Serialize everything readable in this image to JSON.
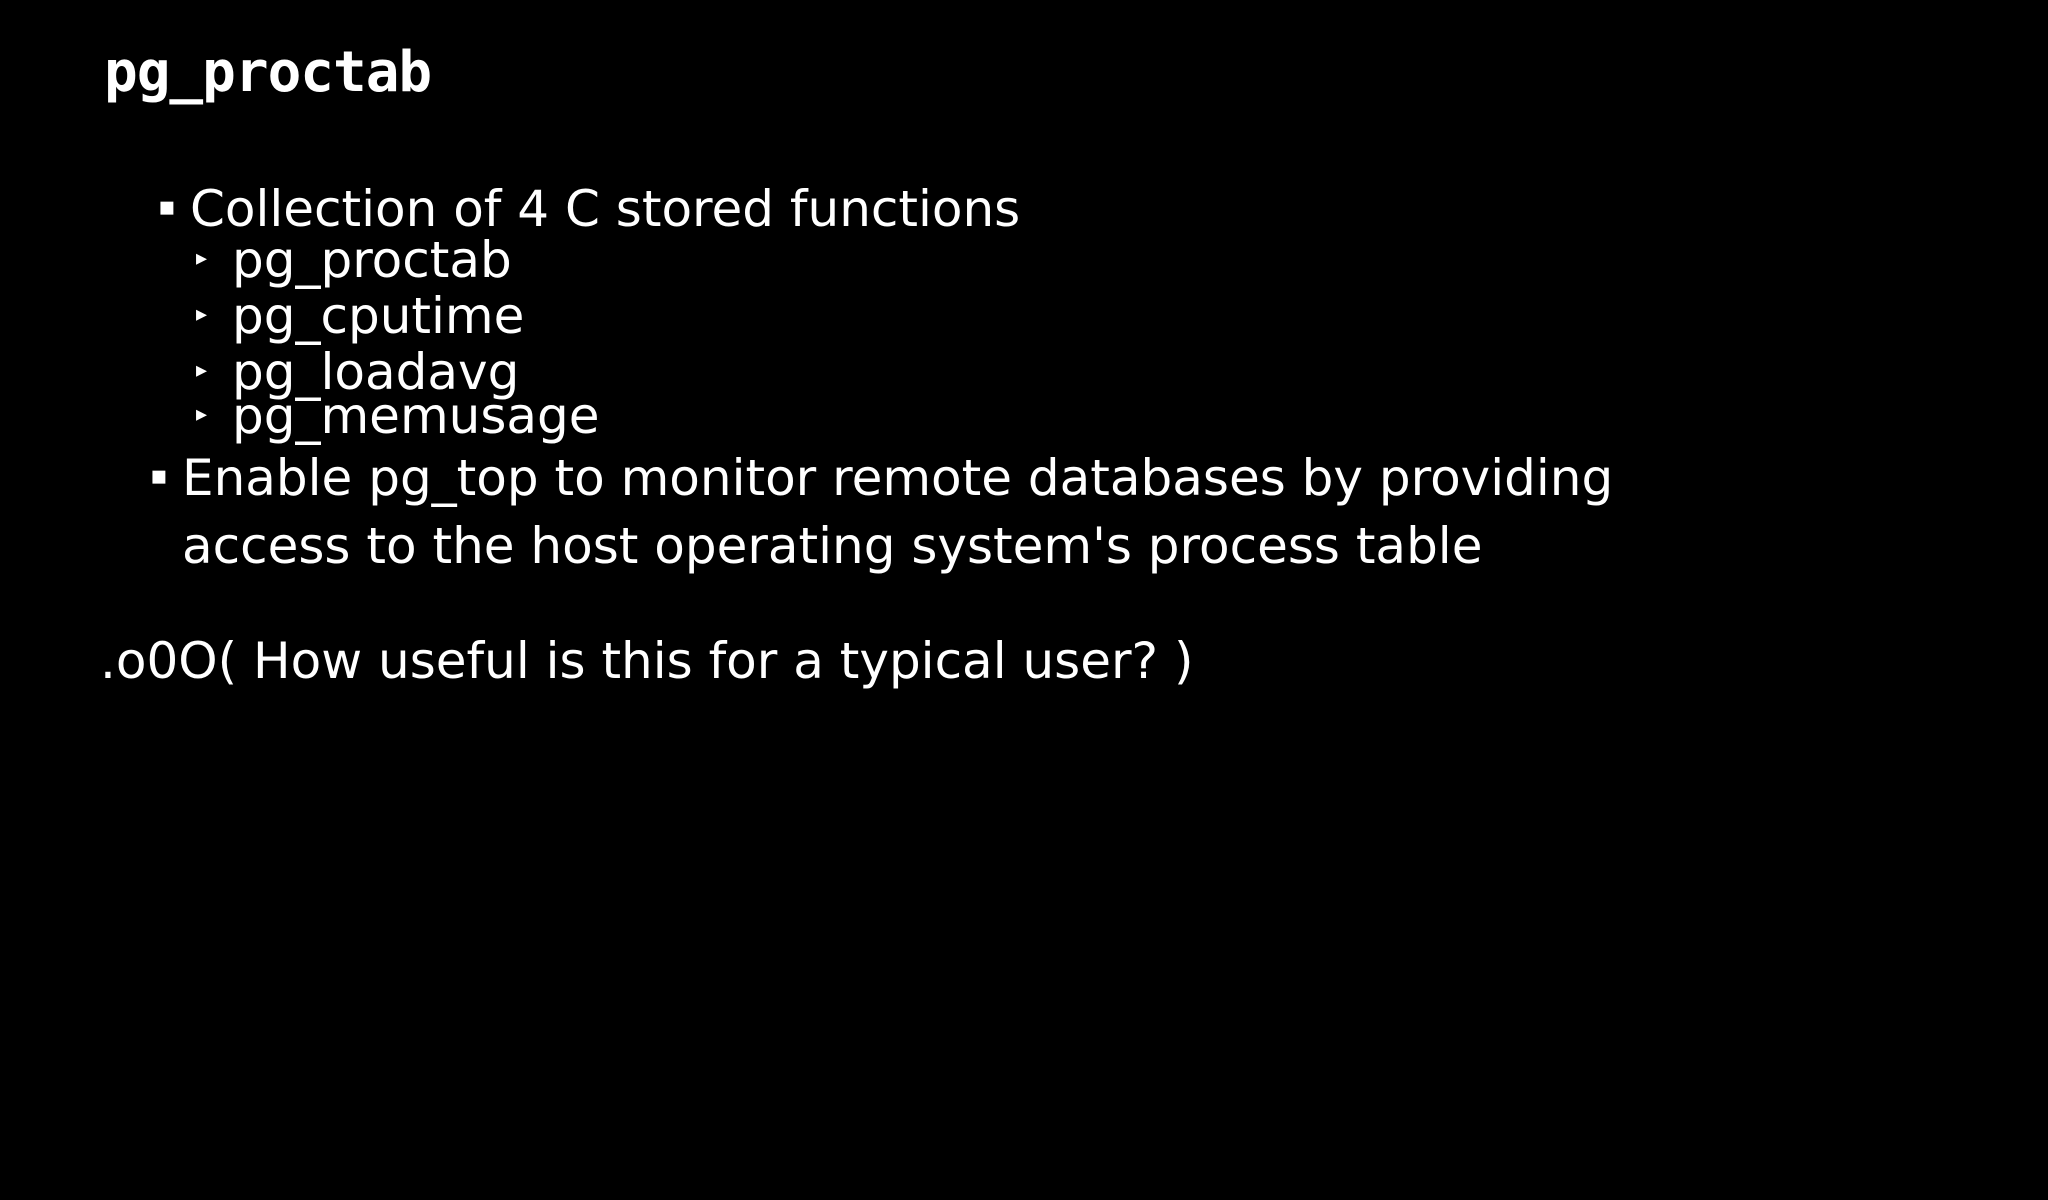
{
  "slide": {
    "background_color": "#000000",
    "text_color": "#ffffff",
    "title": "pg_proctab",
    "bullets": [
      {
        "level": 1,
        "marker": "square-bullet",
        "marker_glyph": "▪",
        "text": "Collection of 4 C stored functions"
      },
      {
        "level": 2,
        "marker": "triangle-bullet",
        "marker_glyph": "▸",
        "text": "pg_proctab"
      },
      {
        "level": 2,
        "marker": "triangle-bullet",
        "marker_glyph": "▸",
        "text": "pg_cputime"
      },
      {
        "level": 2,
        "marker": "triangle-bullet",
        "marker_glyph": "▸",
        "text": "pg_loadavg"
      },
      {
        "level": 2,
        "marker": "triangle-bullet",
        "marker_glyph": "▸",
        "text": "pg_memusage"
      },
      {
        "level": 1,
        "marker": "square-bullet",
        "marker_glyph": "▪",
        "text": "Enable pg_top to monitor remote databases by providing access to the host operating system's process table"
      }
    ],
    "aside": ".o0O( How useful is this for a typical user? )"
  }
}
